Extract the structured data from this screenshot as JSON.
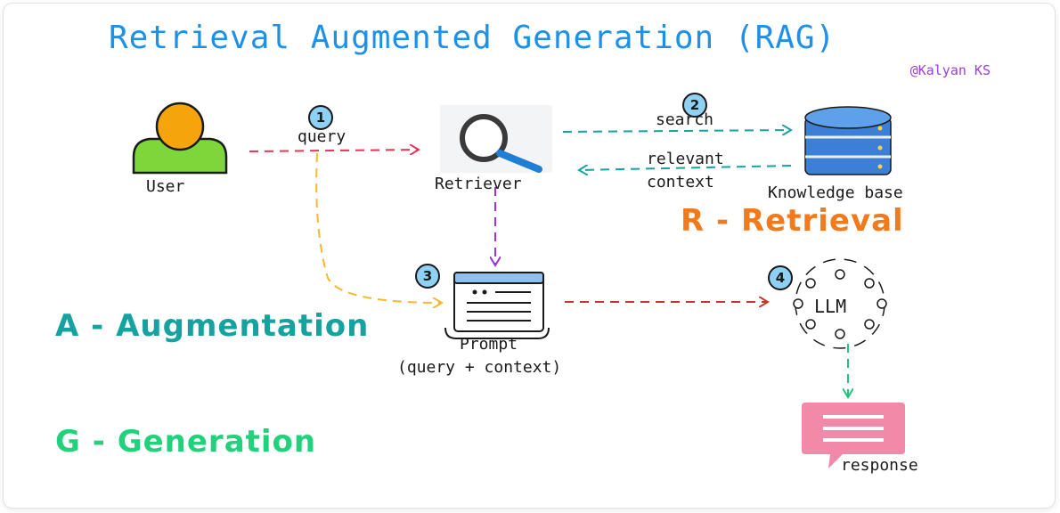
{
  "title": "Retrieval Augmented Generation (RAG)",
  "author": "@Kalyan KS",
  "nodes": {
    "user": "User",
    "retriever": "Retriever",
    "knowledge_base": "Knowledge base",
    "prompt_line1": "Prompt",
    "prompt_line2": "(query + context)",
    "llm": "LLM",
    "response": "response"
  },
  "edges": {
    "query": "query",
    "search": "search",
    "relevant": "relevant",
    "context": "context"
  },
  "steps": [
    "1",
    "2",
    "3",
    "4"
  ],
  "phases": {
    "retrieval": "R - Retrieval",
    "augmentation": "A - Augmentation",
    "generation": "G - Generation"
  },
  "colors": {
    "title": "#1e90e6",
    "author": "#9b3fd8",
    "retrieval": "#f07a1c",
    "augmentation": "#16a3a0",
    "generation": "#22d17c",
    "query_arrow": "#e8335a",
    "search_arrow": "#16a3a0",
    "prompt_arrow": "#f5b82e",
    "retriever_arrow": "#9b33e8",
    "llm_arrow": "#c0392b",
    "response_arrow": "#22c37c"
  }
}
